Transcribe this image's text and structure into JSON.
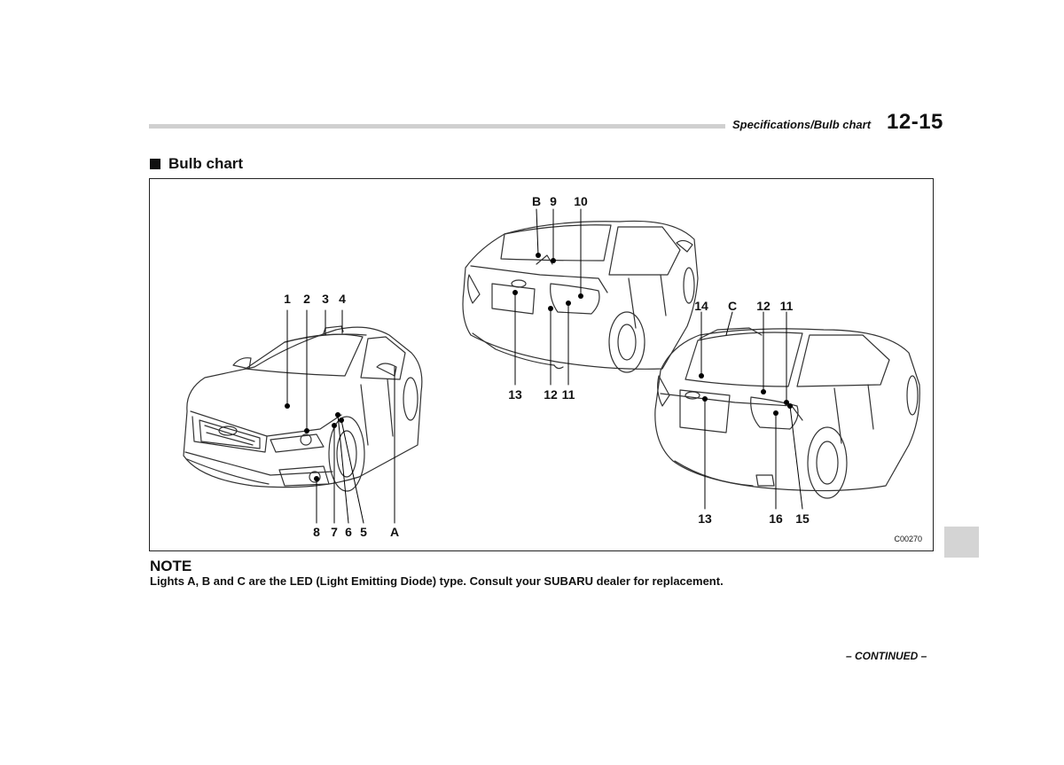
{
  "header": {
    "section_title": "Specifications/Bulb chart",
    "page_number": "12-15"
  },
  "heading": {
    "text": "Bulb chart"
  },
  "figure": {
    "code": "C00270",
    "callouts": {
      "front": [
        "1",
        "2",
        "3",
        "4",
        "8",
        "7",
        "6",
        "5",
        "A"
      ],
      "sedan_rear": [
        "B",
        "9",
        "10",
        "13",
        "12",
        "11"
      ],
      "hatch_rear": [
        "14",
        "C",
        "12",
        "11",
        "13",
        "16",
        "15"
      ]
    }
  },
  "note": {
    "title": "NOTE",
    "text": "Lights A, B and C are the LED (Light Emitting Diode) type. Consult your SUBARU dealer for replacement."
  },
  "footer": {
    "continued": "– CONTINUED –"
  }
}
